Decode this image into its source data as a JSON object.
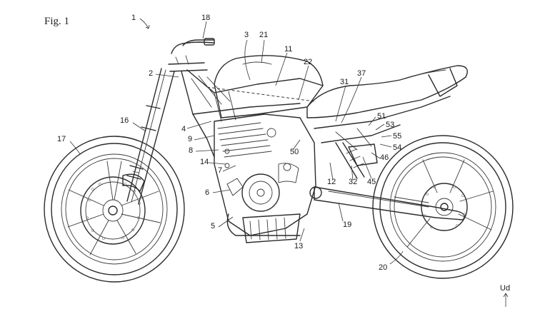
{
  "figure": {
    "title": "Fig. 1"
  },
  "reference_numerals": {
    "motorcycle": "1",
    "head_pipe": "2",
    "n3": "3",
    "n4": "4",
    "engine": "5",
    "n6": "6",
    "n7": "7",
    "n8": "8",
    "n9": "9",
    "n11": "11",
    "n12": "12",
    "n13": "13",
    "n14": "14",
    "front_fork": "16",
    "front_wheel": "17",
    "handlebar": "18",
    "swing_arm": "19",
    "rear_wheel": "20",
    "fuel_tank": "21",
    "n22": "22",
    "n31": "31",
    "n32": "32",
    "seat": "37",
    "n45": "45",
    "n46": "46",
    "n50": "50",
    "n51": "51",
    "n53": "53",
    "n54": "54",
    "n55": "55"
  },
  "axis": {
    "label": "Ud"
  }
}
